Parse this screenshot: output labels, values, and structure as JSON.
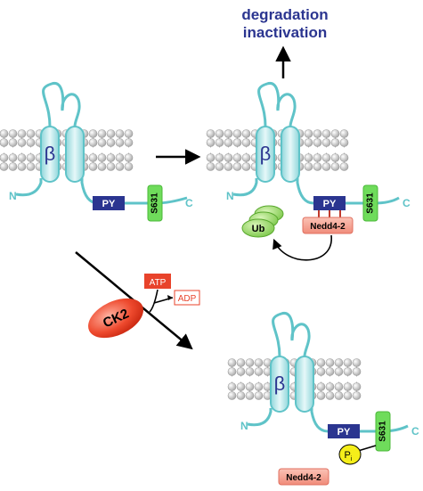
{
  "outcome": {
    "line1": "degradation",
    "line2": "inactivation"
  },
  "labels": {
    "beta": "β",
    "py": "PY",
    "s631": "S631",
    "n_terminus": "N",
    "c_terminus": "C",
    "ubiquitin": "Ub",
    "ligase": "Nedd4-2",
    "kinase": "CK2",
    "atp": "ATP",
    "adp": "ADP",
    "phosphate": "P",
    "phosphate_sub": "i"
  },
  "colors": {
    "channel": "#5fc3c8",
    "channel_fill": "#bfe8ec",
    "py_box": "#2b3590",
    "s631_box": "#6fdc5b",
    "ligase": "#f08b7a",
    "kinase": "#e8432b",
    "title_text": "#2b3590",
    "beta_text": "#2b3590",
    "phosphate": "#f5ee1a",
    "lipid": "#c7c7c7"
  }
}
